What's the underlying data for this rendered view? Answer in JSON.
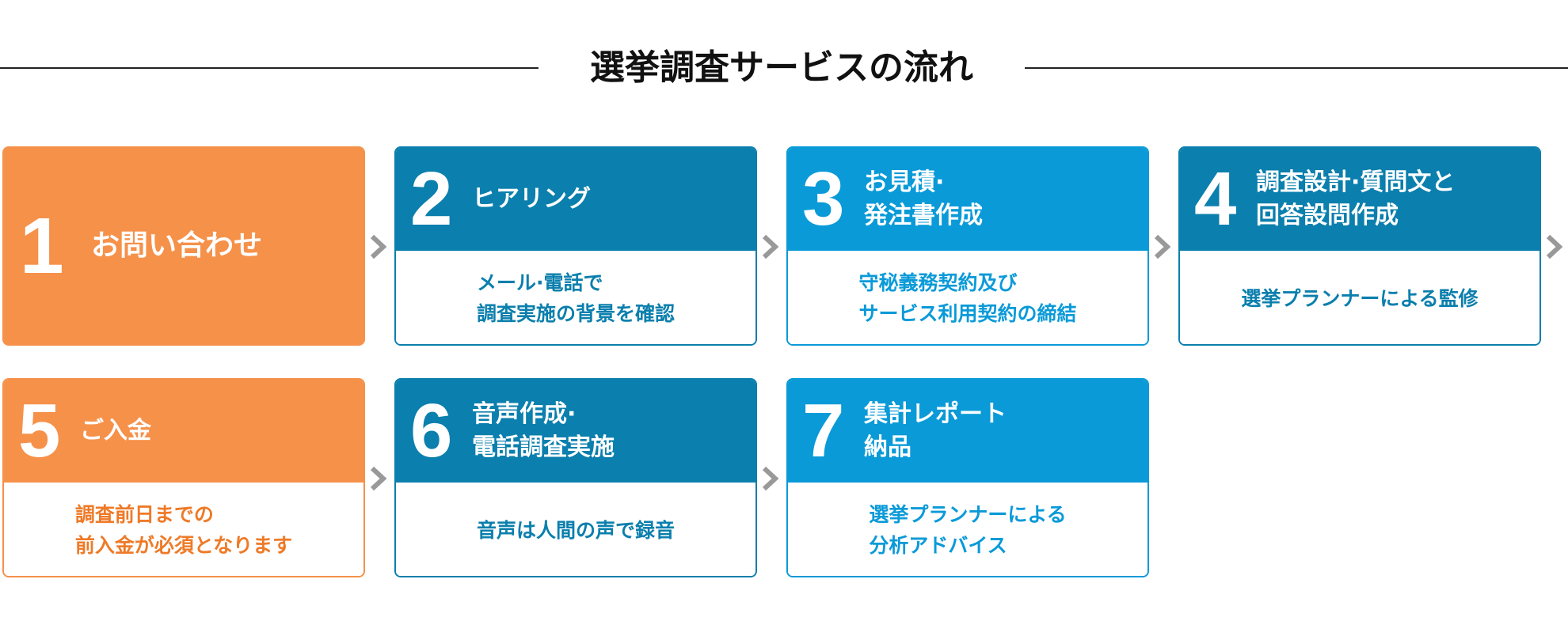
{
  "title": "選挙調査サービスの流れ",
  "colors": {
    "orange": "#f6914a",
    "teal": "#0b7fad",
    "sky": "#0a9ad8",
    "arrow": "#999999"
  },
  "icons": {
    "arrow": "chevron-right-icon"
  },
  "steps": [
    {
      "number": "1",
      "label_lines": [
        "お問い合わせ"
      ],
      "body_lines": []
    },
    {
      "number": "2",
      "label_lines": [
        "ヒアリング"
      ],
      "body_lines": [
        "メール·電話で",
        "調査実施の背景を確認"
      ]
    },
    {
      "number": "3",
      "label_lines": [
        "お見積·",
        "発注書作成"
      ],
      "body_lines": [
        "守秘義務契約及び",
        "サービス利用契約の締結"
      ]
    },
    {
      "number": "4",
      "label_lines": [
        "調査設計·質問文と",
        "回答設問作成"
      ],
      "body_lines": [
        "選挙プランナーによる監修"
      ]
    },
    {
      "number": "5",
      "label_lines": [
        "ご入金"
      ],
      "body_lines": [
        "調査前日までの",
        "前入金が必須となります"
      ]
    },
    {
      "number": "6",
      "label_lines": [
        "音声作成·",
        "電話調査実施"
      ],
      "body_lines": [
        "音声は人間の声で録音"
      ]
    },
    {
      "number": "7",
      "label_lines": [
        "集計レポート",
        "納品"
      ],
      "body_lines": [
        "選挙プランナーによる",
        "分析アドバイス"
      ]
    }
  ]
}
